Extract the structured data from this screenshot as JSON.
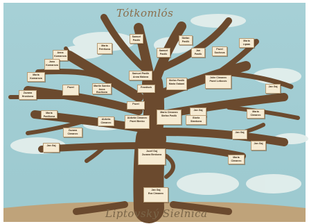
{
  "title": "Tótkomlós",
  "footer": "Liptovský Sielnica",
  "colors": {
    "sky": "#a9d3d8",
    "cloud": "#e6f0ee",
    "trunk": "#6b4a2e",
    "card": "#f6ebd3",
    "frame": "#ffffff"
  },
  "people": [
    {
      "name": "Samuel Pavlik",
      "dates": "",
      "spouse": "",
      "key": "top-a"
    },
    {
      "name": "Samuel Pavlik",
      "dates": "",
      "spouse": "",
      "key": "top-b"
    },
    {
      "name": "Stefan Pavlik",
      "dates": "",
      "spouse": "",
      "key": "top-c"
    },
    {
      "name": "Jan Pavlik",
      "dates": "",
      "spouse": "",
      "key": "top-d"
    },
    {
      "name": "Pavel Sochova",
      "dates": "",
      "spouse": "",
      "key": "top-e"
    },
    {
      "name": "Maria Liptak",
      "dates": "",
      "spouse": "",
      "key": "top-f"
    },
    {
      "name": "Maria Petrikova",
      "dates": "",
      "spouse": "",
      "key": "upper-left-a"
    },
    {
      "name": "Anna Komarova",
      "dates": "",
      "spouse": "",
      "key": "upper-left-b"
    },
    {
      "name": "Jano Komarova",
      "dates": "",
      "spouse": "",
      "key": "upper-left-c"
    },
    {
      "name": "Maria Komarova",
      "dates": "",
      "spouse": "",
      "key": "left-a"
    },
    {
      "name": "Zuzana Hruskova",
      "dates": "",
      "spouse": "",
      "key": "left-b"
    },
    {
      "name": "Samuel Pavlik",
      "dates": "",
      "spouse": "Anna Malova",
      "key": "mid-a"
    },
    {
      "name": "Frantisek",
      "dates": "",
      "spouse": "",
      "key": "mid-b"
    },
    {
      "name": "Stefan Pavlik",
      "dates": "",
      "spouse": "Maria Gabani",
      "key": "mid-c"
    },
    {
      "name": "Martin Samko",
      "dates": "",
      "spouse": "Anna Bozikova",
      "key": "mid-d"
    },
    {
      "name": "Pavel",
      "dates": "",
      "spouse": "",
      "key": "mid-e"
    },
    {
      "name": "Maria Pavlikova",
      "dates": "",
      "spouse": "",
      "key": "mid-f"
    },
    {
      "name": "John Cimanec",
      "dates": "",
      "spouse": "Pavel Letkovic",
      "key": "right-a"
    },
    {
      "name": "Jan Gaj",
      "dates": "",
      "spouse": "",
      "key": "right-b"
    },
    {
      "name": "Maria Cimanec",
      "dates": "",
      "spouse": "",
      "key": "right-c"
    },
    {
      "name": "Mario Cimanec",
      "dates": "",
      "spouse": "Stefan Pavlik",
      "key": "center-a"
    },
    {
      "name": "Jan Gaj",
      "dates": "",
      "spouse": "",
      "key": "center-b"
    },
    {
      "name": "Gizela Stankova",
      "dates": "",
      "spouse": "",
      "key": "center-c"
    },
    {
      "name": "Alzbeta Cimanec",
      "dates": "",
      "spouse": "Pavel Benko",
      "key": "center-d"
    },
    {
      "name": "Pavel",
      "dates": "",
      "spouse": "",
      "key": "center-e"
    },
    {
      "name": "Alzbeta Cimanec",
      "dates": "",
      "spouse": "",
      "key": "low-left-a"
    },
    {
      "name": "Zuzana Cimanec",
      "dates": "",
      "spouse": "",
      "key": "low-left-b"
    },
    {
      "name": "Jan Gaj",
      "dates": "",
      "spouse": "",
      "key": "low-left-c"
    },
    {
      "name": "Jozef Gaj",
      "dates": "",
      "spouse": "Zuzana Benkova",
      "key": "low-mid"
    },
    {
      "name": "Jan Gaj",
      "dates": "",
      "spouse": "",
      "key": "low-right-a"
    },
    {
      "name": "Jan Gaj",
      "dates": "",
      "spouse": "",
      "key": "low-right-b"
    },
    {
      "name": "Maria Cimanec",
      "dates": "",
      "spouse": "",
      "key": "low-right-c"
    },
    {
      "name": "Jan Gaj",
      "dates": "",
      "spouse": "Eva Cimanec",
      "key": "root"
    }
  ]
}
